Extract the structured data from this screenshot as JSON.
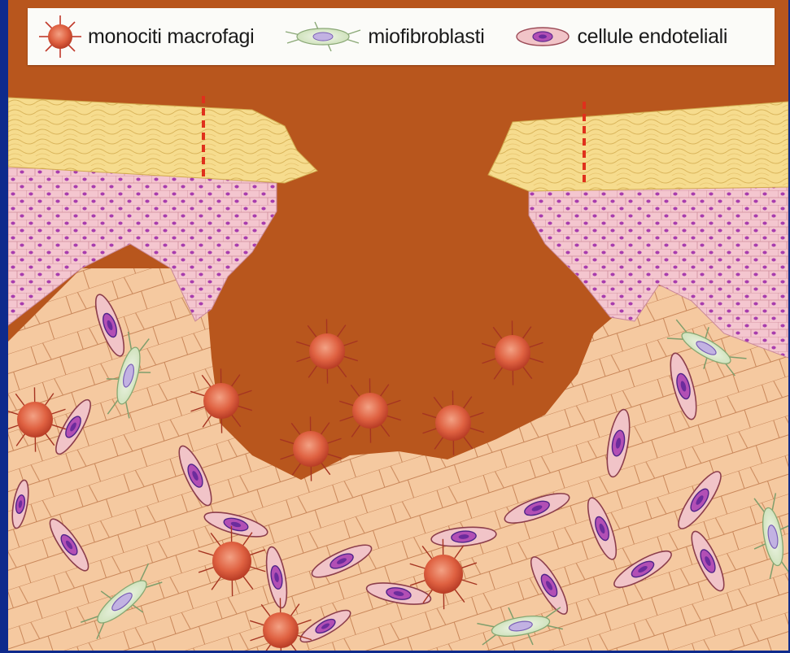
{
  "legend": {
    "items": [
      {
        "icon": "macrophage-icon",
        "label": "monociti macrofagi"
      },
      {
        "icon": "myofibroblast-icon",
        "label": "miofibroblasti"
      },
      {
        "icon": "endothelial-cell-icon",
        "label": "cellule endoteliali"
      }
    ]
  },
  "colors": {
    "wound_bed": "#b8561d",
    "keratin_layer": "#f6dc8e",
    "epidermis": "#f4c6cf",
    "epidermis_nucleus": "#a83cae",
    "dermis": "#f5c9a0",
    "macrophage": "#db5a3b",
    "myofibroblast": "#dcebcd",
    "endothelial_cell": "#f1c4c8",
    "frame_border": "#0e2a8c"
  }
}
